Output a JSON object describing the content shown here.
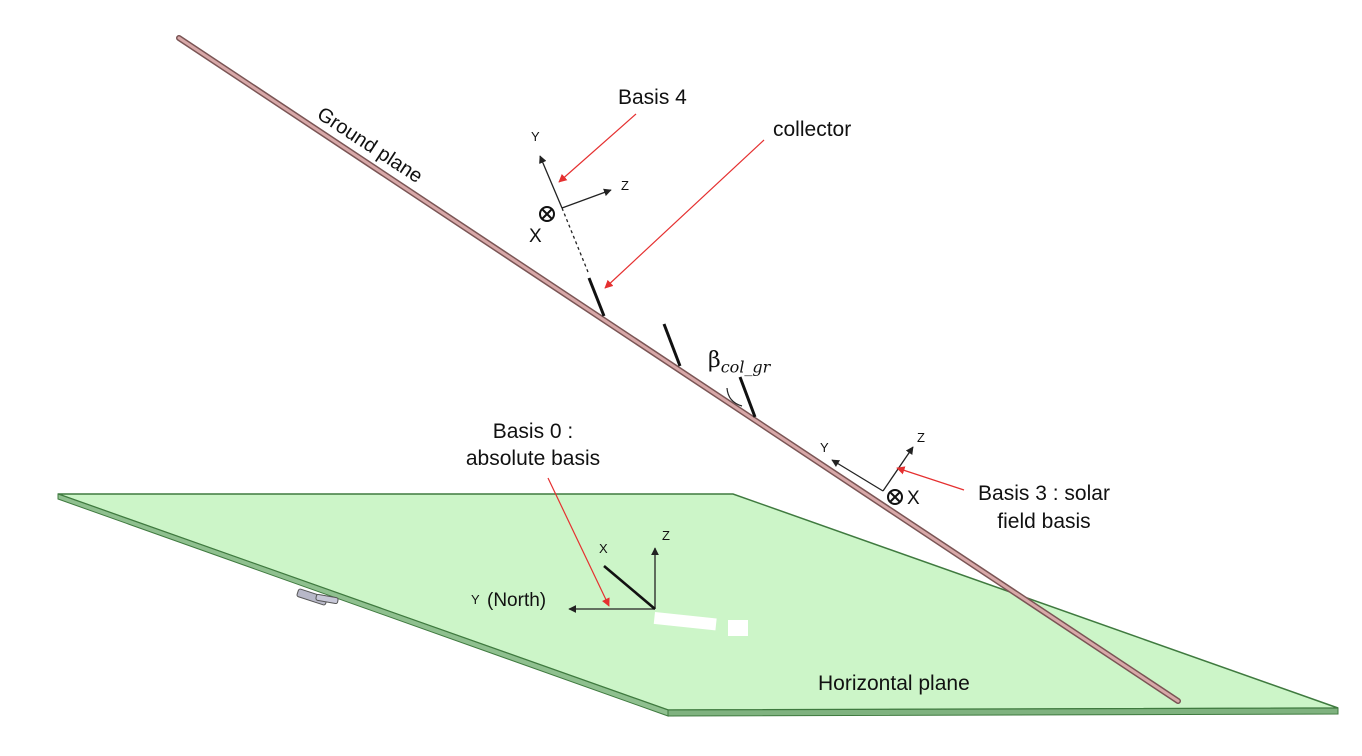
{
  "labels": {
    "ground_plane": "Ground plane",
    "basis4": "Basis 4",
    "collector": "collector",
    "beta_symbol": "β",
    "beta_subscript": "col_gr",
    "basis0_line1": "Basis 0 :",
    "basis0_line2": "absolute basis",
    "basis3_line1": "Basis 3 : solar",
    "basis3_line2": "field basis",
    "horizontal_plane": "Horizontal plane",
    "north": "(North)"
  },
  "axes": {
    "basis4": {
      "y": "Y",
      "z": "Z",
      "x": "X"
    },
    "basis3": {
      "y": "Y",
      "z": "Z",
      "x": "X"
    },
    "basis0": {
      "x": "X",
      "z": "Z",
      "y": "Y"
    }
  },
  "colors": {
    "plane_fill": "#ccf5c8",
    "plane_edge": "#3f7a3f",
    "ground_line": "#c89a9a",
    "pointer_arrow": "#e53030",
    "axis": "#222222"
  }
}
